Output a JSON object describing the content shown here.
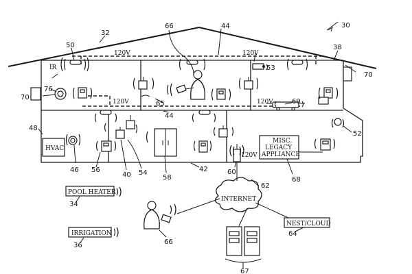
{
  "labels": {
    "hvac": "HVAC",
    "pool_heater": "POOL HEATER",
    "irrigation": "IRRIGATION",
    "internet": "INTERNET",
    "nest_cloud": "NEST/CLOUD",
    "misc_line1": "MISC.",
    "misc_line2": "LEGACY",
    "misc_line3": "APPLIANCE",
    "ir": "IR",
    "v120": "120V"
  },
  "refs": {
    "r30": "30",
    "r32": "32",
    "r44a": "44",
    "r50": "50",
    "r66a": "66",
    "r38": "38",
    "r53": "53",
    "r70a": "70",
    "r70b": "70",
    "r76": "76",
    "r65": "65",
    "r44b": "44",
    "r69": "69",
    "r48": "48",
    "r52": "52",
    "r46": "46",
    "r56": "56",
    "r40": "40",
    "r54": "54",
    "r58": "58",
    "r42": "42",
    "r60": "60",
    "r62": "62",
    "r68": "68",
    "r34": "34",
    "r36": "36",
    "r66b": "66",
    "r64": "64",
    "r67": "67"
  }
}
